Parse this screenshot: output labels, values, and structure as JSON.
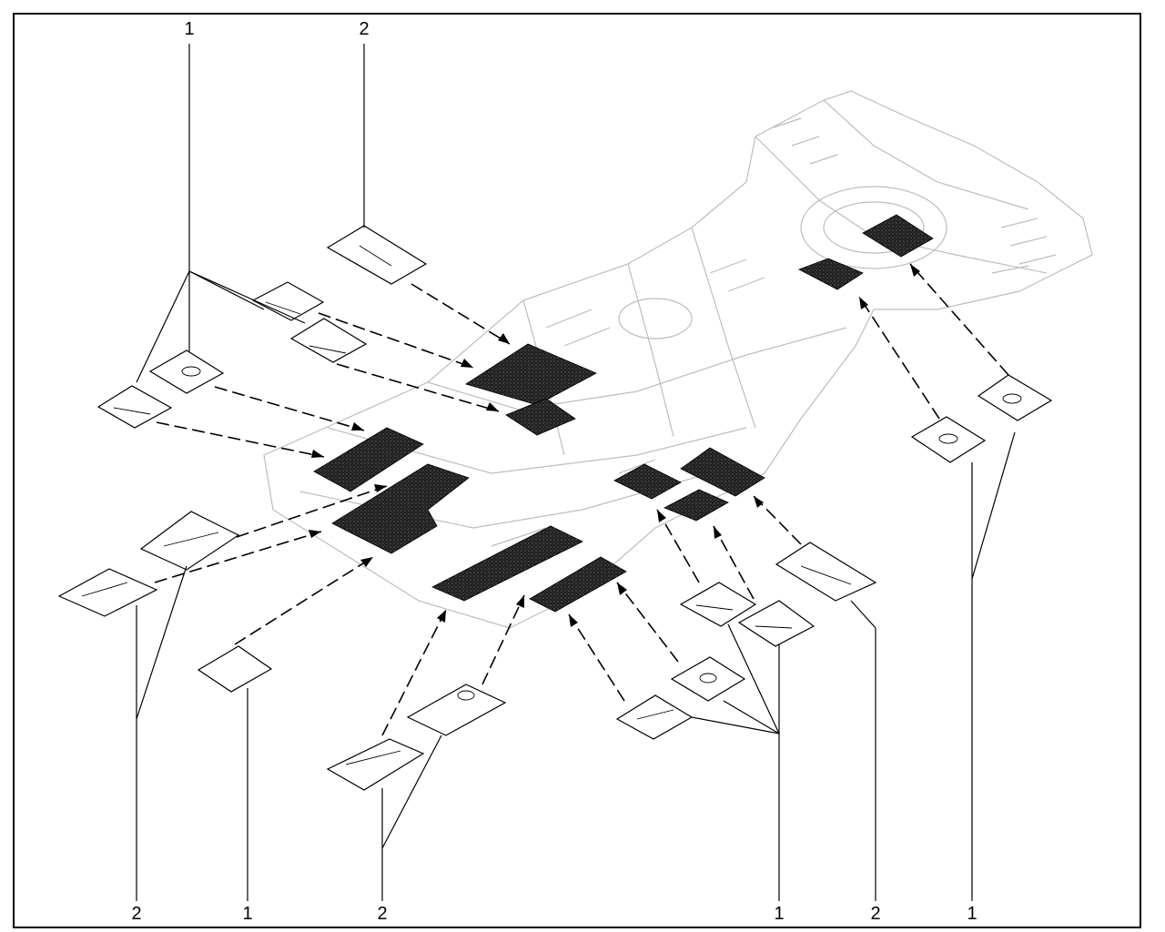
{
  "callouts": {
    "top_left": "1",
    "top_center": "2",
    "bottom_1": "2",
    "bottom_2": "1",
    "bottom_3": "2",
    "bottom_4": "1",
    "bottom_5": "2",
    "bottom_6": "1"
  },
  "colors": {
    "line": "#000000",
    "pad_fill": "#2a2a2a",
    "outline": "#bdbdbd",
    "part_fill": "#ffffff"
  }
}
